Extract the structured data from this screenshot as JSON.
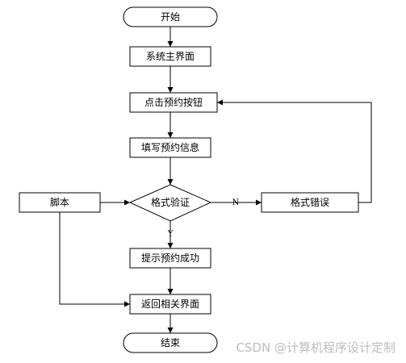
{
  "nodes": {
    "start": "开始",
    "main_ui": "系统主界面",
    "click_button": "点击预约按钮",
    "fill_info": "填写预约信息",
    "script": "脚本",
    "validate": "格式验证",
    "format_error": "格式错误",
    "success": "提示预约成功",
    "return_ui": "返回相关界面",
    "end": "结束"
  },
  "edges": {
    "no": "N",
    "yes": "Y"
  },
  "watermark": "CSDN @计算机程序设计定制"
}
